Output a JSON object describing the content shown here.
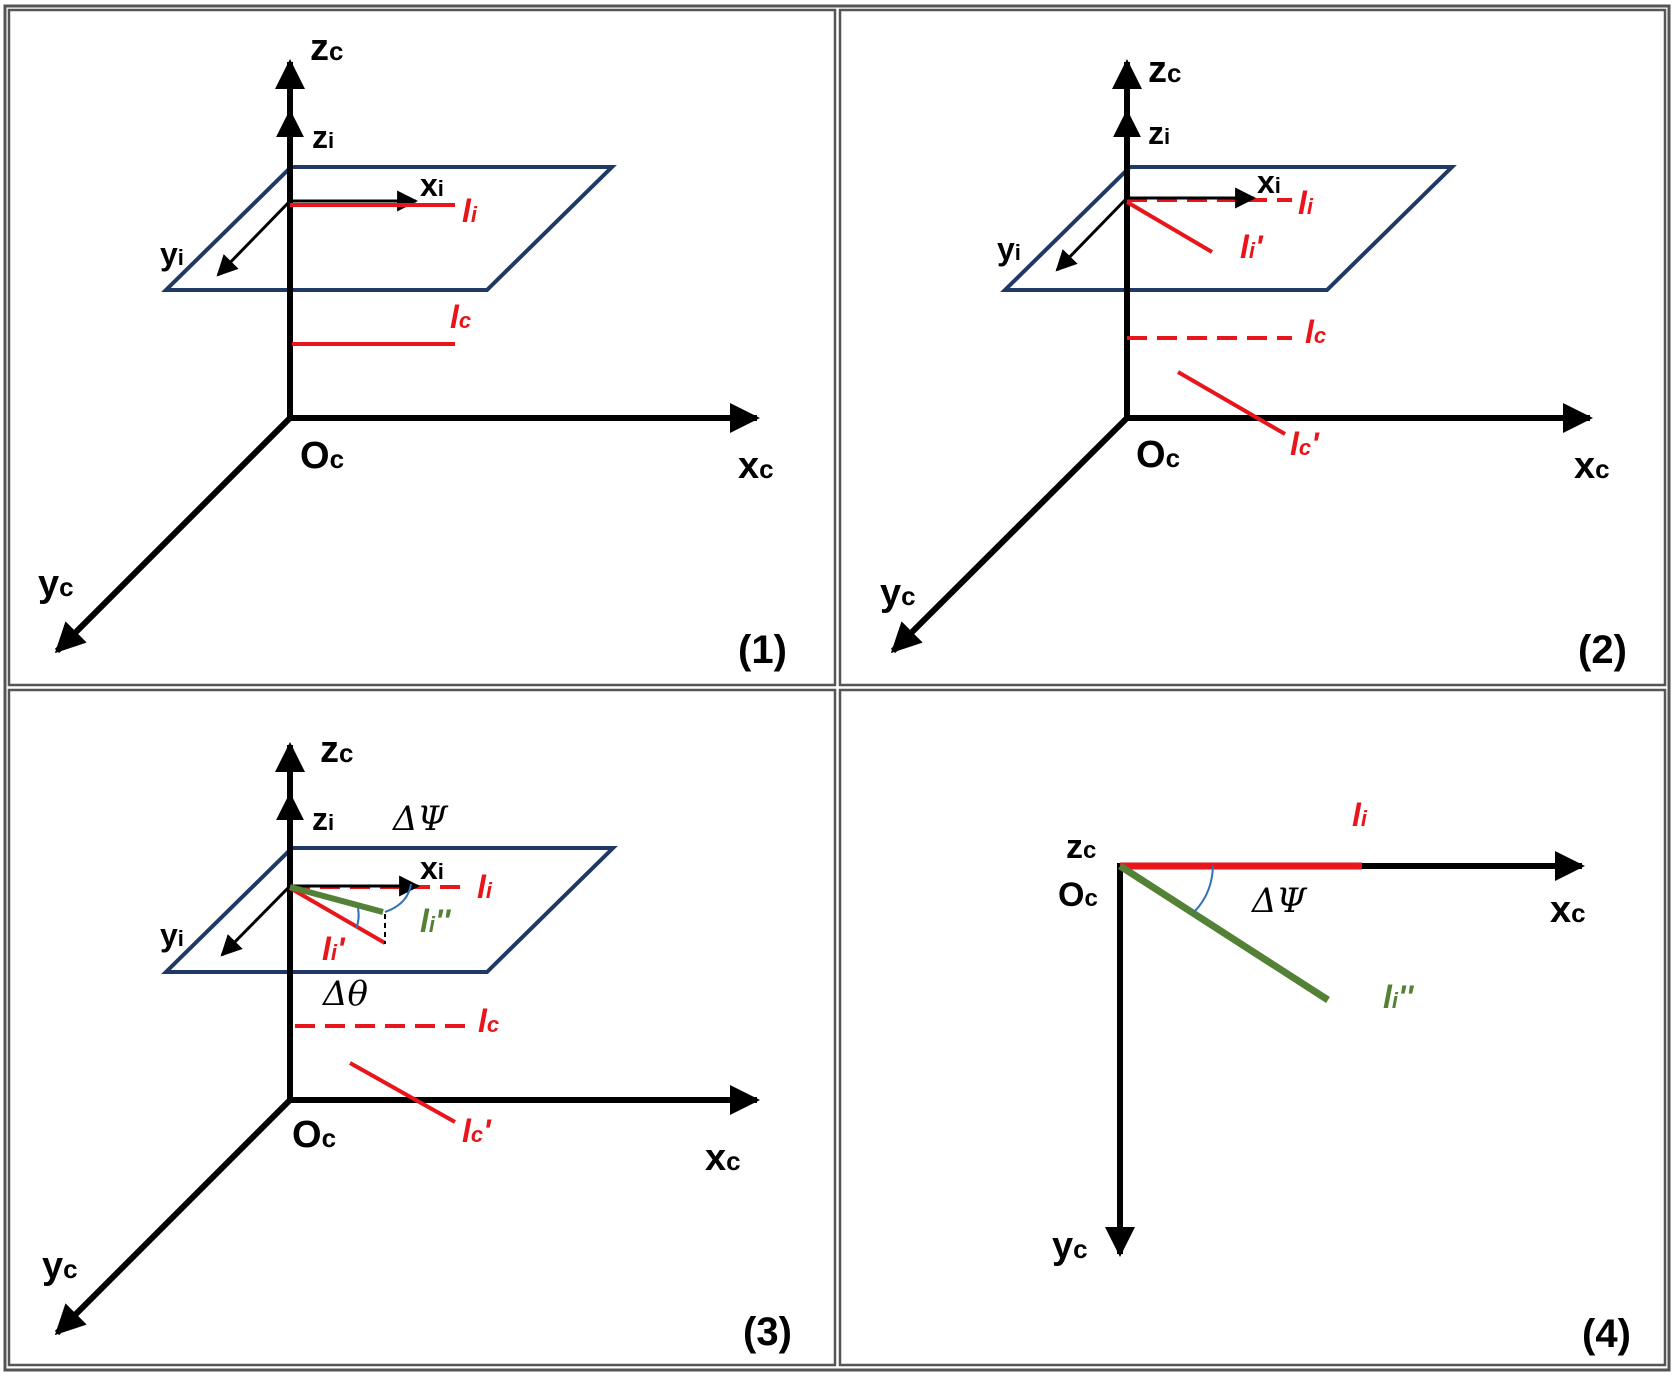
{
  "colors": {
    "axis": "#000000",
    "line_red": "#e8151b",
    "line_green": "#538135",
    "plane": "#1f3864",
    "angle_arc": "#2e74b5",
    "frame": "#555555"
  },
  "panel1": {
    "number": "(1)",
    "zc": "z",
    "zc_sub": "c",
    "zi": "z",
    "zi_sub": "i",
    "xi": "x",
    "xi_sub": "i",
    "yi": "y",
    "yi_sub": "i",
    "li": "l",
    "li_sub": "i",
    "lc": "l",
    "lc_sub": "c",
    "oc": "O",
    "oc_sub": "c",
    "xc": "x",
    "xc_sub": "c",
    "yc": "y",
    "yc_sub": "c"
  },
  "panel2": {
    "number": "(2)",
    "zc": "z",
    "zc_sub": "c",
    "zi": "z",
    "zi_sub": "i",
    "xi": "x",
    "xi_sub": "i",
    "yi": "y",
    "yi_sub": "i",
    "li": "l",
    "li_sub": "i",
    "li_prime": "l",
    "li_prime_sub": "i",
    "li_prime_mark": "'",
    "lc": "l",
    "lc_sub": "c",
    "lc_prime": "l",
    "lc_prime_sub": "c",
    "lc_prime_mark": "'",
    "oc": "O",
    "oc_sub": "c",
    "xc": "x",
    "xc_sub": "c",
    "yc": "y",
    "yc_sub": "c"
  },
  "panel3": {
    "number": "(3)",
    "zc": "z",
    "zc_sub": "c",
    "zi": "z",
    "zi_sub": "i",
    "xi": "x",
    "xi_sub": "i",
    "yi": "y",
    "yi_sub": "i",
    "li": "l",
    "li_sub": "i",
    "li_prime": "l",
    "li_prime_sub": "i",
    "li_prime_mark": "'",
    "li_dprime": "l",
    "li_dprime_sub": "i",
    "li_dprime_mark": "''",
    "lc": "l",
    "lc_sub": "c",
    "lc_prime": "l",
    "lc_prime_sub": "c",
    "lc_prime_mark": "'",
    "delta_psi": "ΔΨ",
    "delta_theta": "Δθ",
    "oc": "O",
    "oc_sub": "c",
    "xc": "x",
    "xc_sub": "c",
    "yc": "y",
    "yc_sub": "c"
  },
  "panel4": {
    "number": "(4)",
    "zc": "z",
    "zc_sub": "c",
    "oc": "O",
    "oc_sub": "c",
    "xc": "x",
    "xc_sub": "c",
    "yc": "y",
    "yc_sub": "c",
    "li": "l",
    "li_sub": "i",
    "li_dprime": "l",
    "li_dprime_sub": "i",
    "li_dprime_mark": "''",
    "delta_psi": "ΔΨ"
  }
}
